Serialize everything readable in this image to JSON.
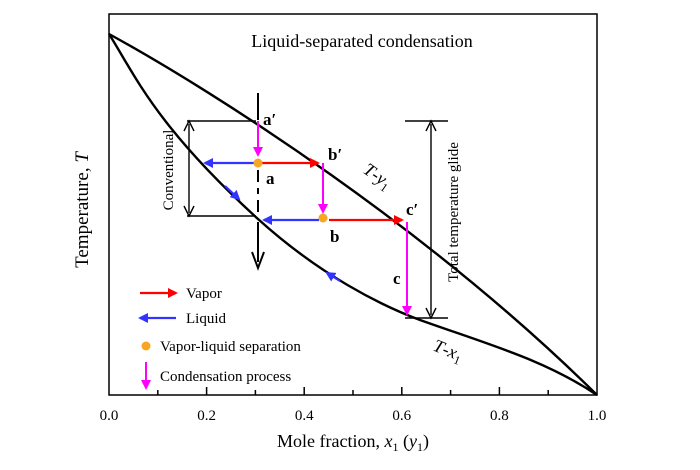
{
  "title": "Liquid-separated condensation",
  "axes": {
    "xlabel_main": "Mole fraction, ",
    "xlabel_x": "x",
    "xlabel_sub1": "1",
    "xlabel_paren_open": " (",
    "xlabel_y": "y",
    "xlabel_sub2": "1",
    "xlabel_paren_close": ")",
    "ylabel_main": "Temperature, ",
    "ylabel_T": "T",
    "x_ticks": [
      "0.0",
      "0.2",
      "0.4",
      "0.6",
      "0.8",
      "1.0"
    ]
  },
  "curve_labels": {
    "dew_T": "T",
    "dew_dash": "-",
    "dew_y": "y",
    "dew_sub": "1",
    "bubble_T": "T",
    "bubble_dash": "-",
    "bubble_x": "x",
    "bubble_sub": "1"
  },
  "points": {
    "a_prime": "a′",
    "b_prime": "b′",
    "c_prime": "c′",
    "a": "a",
    "b": "b",
    "c": "c"
  },
  "annotations": {
    "conventional": "Conventional",
    "total_glide": "Total temperature glide"
  },
  "legend": {
    "vapor": "Vapor",
    "liquid": "Liquid",
    "separation": "Vapor-liquid separation",
    "condensation": "Condensation process"
  },
  "colors": {
    "vapor": "#ff0000",
    "liquid": "#3333ff",
    "separation": "#f5a623",
    "condensation": "#ff00ff",
    "curve": "#000000"
  }
}
